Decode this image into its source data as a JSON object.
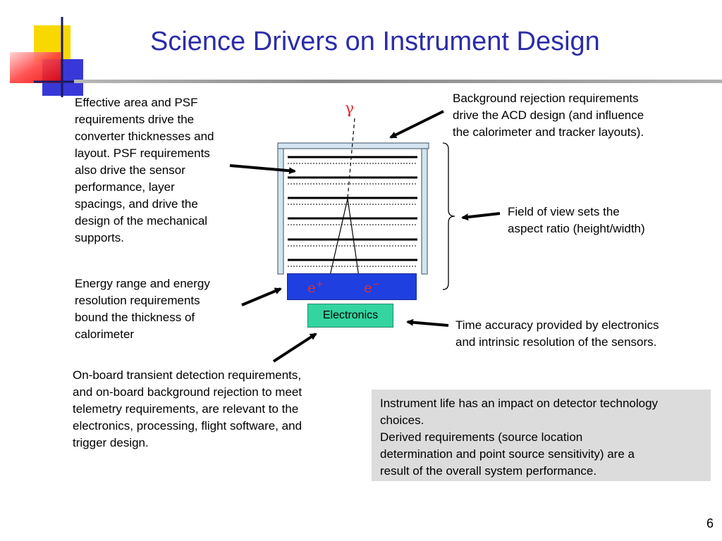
{
  "slide": {
    "title": "Science Drivers on Instrument Design",
    "page_number": "6"
  },
  "diagram": {
    "gamma_symbol": "γ",
    "positron_label": "e",
    "positron_sup": "+",
    "electron_label": "e",
    "electron_sup": "−",
    "electronics_label": "Electronics"
  },
  "annotations": {
    "effective_area": [
      "Effective area and PSF",
      "requirements drive the",
      "converter thicknesses and",
      "layout.  PSF requirements",
      "also drive the sensor",
      "performance, layer",
      "spacings, and drive the",
      "design of the mechanical",
      "supports."
    ],
    "background_rejection": [
      "Background rejection requirements",
      "drive the ACD design (and influence",
      "the calorimeter and tracker layouts)."
    ],
    "field_of_view": [
      "Field of view sets the",
      "aspect ratio (height/width)"
    ],
    "energy_range": [
      "Energy range and energy",
      "resolution requirements",
      "bound the thickness of",
      "calorimeter"
    ],
    "time_accuracy": [
      "Time accuracy provided by electronics",
      "and intrinsic resolution of the sensors."
    ],
    "onboard": [
      "On-board transient detection requirements,",
      "and on-board background rejection to meet",
      "telemetry requirements, are relevant to the",
      "electronics, processing, flight software, and",
      "trigger design."
    ],
    "instrument_life": [
      "Instrument life has an impact on detector technology",
      "choices.",
      "Derived requirements (source location",
      "determination and point source sensitivity) are a",
      "result of the overall system performance."
    ]
  },
  "colors": {
    "title": "#2c2ca8",
    "calorimeter": "#1f3fe0",
    "electronics": "#33d4a0",
    "acd_frame": "#d4e4f0",
    "pair_labels": "#e23030",
    "note_box": "#dcdcdc"
  }
}
